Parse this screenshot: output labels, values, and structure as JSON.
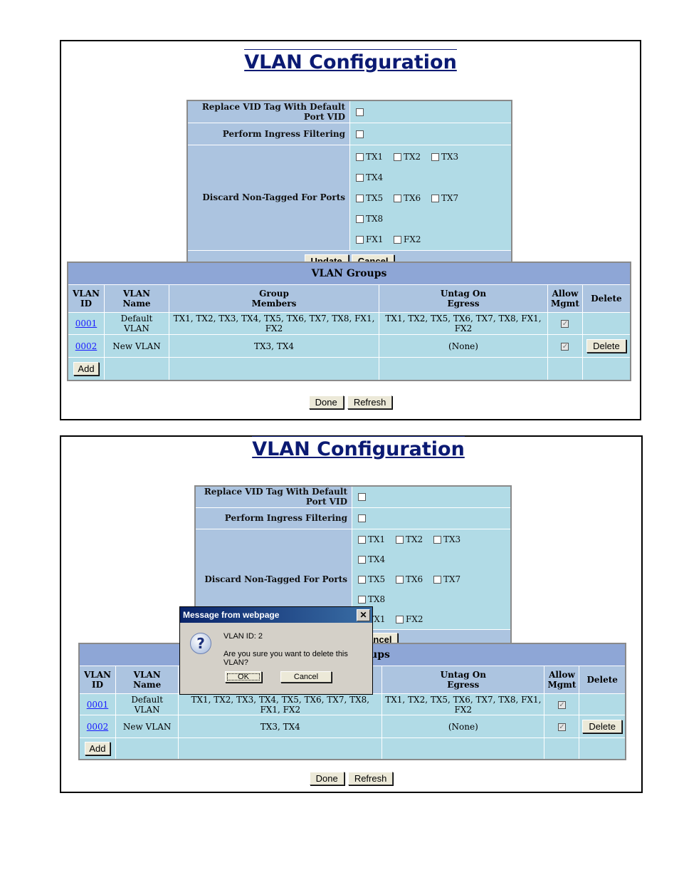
{
  "title": "VLAN Configuration",
  "settings": {
    "replace_vid_label": "Replace VID Tag With Default Port VID",
    "ingress_label": "Perform Ingress Filtering",
    "discard_label": "Discard Non-Tagged For Ports",
    "ports": [
      "TX1",
      "TX2",
      "TX3",
      "TX4",
      "TX5",
      "TX6",
      "TX7",
      "TX8",
      "FX1",
      "FX2"
    ],
    "update_label": "Update",
    "cancel_label": "Cancel"
  },
  "groups": {
    "heading": "VLAN Groups",
    "col_vlan_id": [
      "VLAN",
      "ID"
    ],
    "col_vlan_name": [
      "VLAN",
      "Name"
    ],
    "col_members": [
      "Group",
      "Members"
    ],
    "col_untag": [
      "Untag On",
      "Egress"
    ],
    "col_allow": [
      "Allow",
      "Mgmt"
    ],
    "col_delete": "Delete",
    "rows": [
      {
        "id": "0001",
        "name": "Default VLAN",
        "members": "TX1, TX2, TX3, TX4, TX5, TX6, TX7, TX8, FX1, FX2",
        "untag": "TX1, TX2, TX5, TX6, TX7, TX8, FX1, FX2",
        "allow_mgmt": true,
        "delete": ""
      },
      {
        "id": "0002",
        "name": "New VLAN",
        "members": "TX3, TX4",
        "untag": "(None)",
        "allow_mgmt": true,
        "delete": "Delete"
      }
    ],
    "add_label": "Add"
  },
  "footer": {
    "done_label": "Done",
    "refresh_label": "Refresh"
  },
  "dialog": {
    "title": "Message from webpage",
    "line1": "VLAN ID:  2",
    "line2": "Are you sure you want to delete this VLAN?",
    "ok": "OK",
    "cancel": "Cancel"
  }
}
